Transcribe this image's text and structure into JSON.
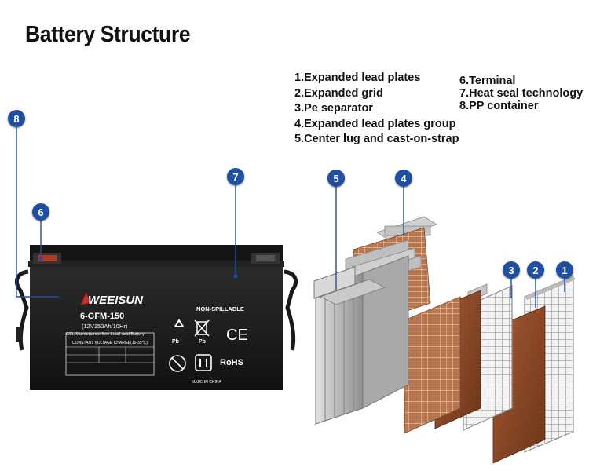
{
  "title": "Battery Structure",
  "legend": {
    "left": [
      "1.Expanded lead plates",
      "2.Expanded grid",
      "3.Pe separator",
      "4.Expanded lead plates group",
      "5.Center lug and cast-on-strap"
    ],
    "right": [
      "6.Terminal",
      "7.Heat seal technology",
      "8.PP container"
    ]
  },
  "badges": [
    "1",
    "2",
    "3",
    "4",
    "5",
    "6",
    "7",
    "8"
  ],
  "battery": {
    "brand": "WEEISUN",
    "model": "6-GFM-150",
    "rating": "(12V150Ah/10Hr)",
    "type_line": "GEL Maintenance-free Lead-acid Battery",
    "charge_header": "CONSTANT VOLTAGE CHARGE(15-35°C)",
    "non_spillable": "NON-SPILLABLE",
    "made_in": "MADE IN CHINA",
    "pb": "Pb",
    "ce": "CE",
    "rohs": "RoHS"
  },
  "colors": {
    "badge": "#1e4fa3",
    "battery_body": "#1c1c1c",
    "brand_red": "#d42b1e",
    "plate_brown": "#8a4a2a",
    "grid_gray": "#c9c9c9"
  }
}
